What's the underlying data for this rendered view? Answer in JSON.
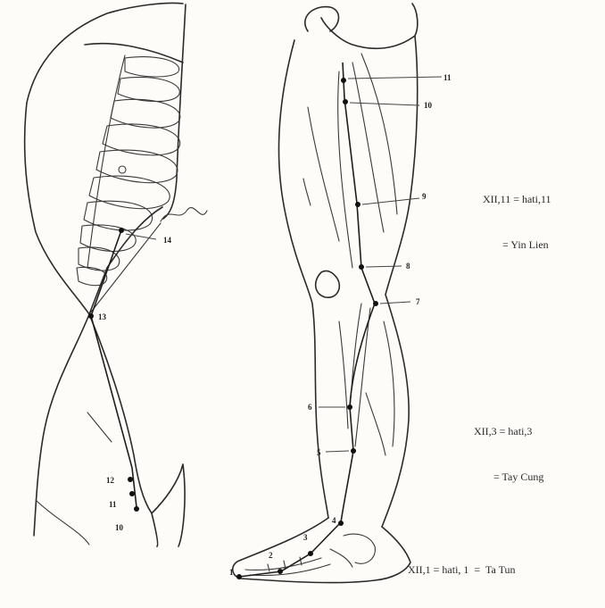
{
  "points": {
    "torso": [
      {
        "label": "14"
      },
      {
        "label": "13"
      },
      {
        "label": "12"
      },
      {
        "label": "11"
      },
      {
        "label": "10"
      }
    ],
    "leg": [
      {
        "label": "11"
      },
      {
        "label": "10"
      },
      {
        "label": "9"
      },
      {
        "label": "8"
      },
      {
        "label": "7"
      },
      {
        "label": "6"
      },
      {
        "label": "5"
      },
      {
        "label": "4"
      },
      {
        "label": "3"
      },
      {
        "label": "2"
      },
      {
        "label": "1"
      }
    ]
  },
  "captions": [
    {
      "line1": "XII,11 = hati,11",
      "line2": "= Yin Lien"
    },
    {
      "line1": "XII,3 = hati,3",
      "line2": "= Tay Cung"
    },
    {
      "line1": "XII,1 = hati, 1  =  Ta Tun",
      "line2": ""
    }
  ]
}
